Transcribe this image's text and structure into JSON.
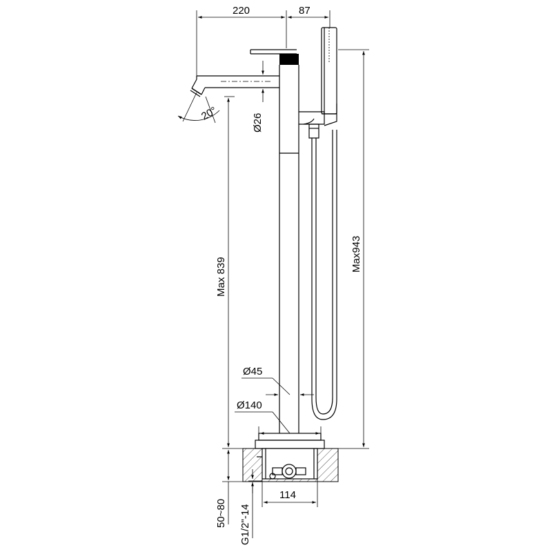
{
  "drawing": {
    "dimensions": {
      "top_left": "220",
      "top_right": "87",
      "angle": "20°",
      "pipe_diameter": "Ø26",
      "max_height_spout": "Max 839",
      "max_height_total": "Max943",
      "column_diameter": "Ø45",
      "base_diameter": "Ø140",
      "box_width": "114",
      "depth": "50~80",
      "thread": "G1/2\"-14"
    },
    "colors": {
      "line": "#000000",
      "background": "#ffffff"
    }
  }
}
